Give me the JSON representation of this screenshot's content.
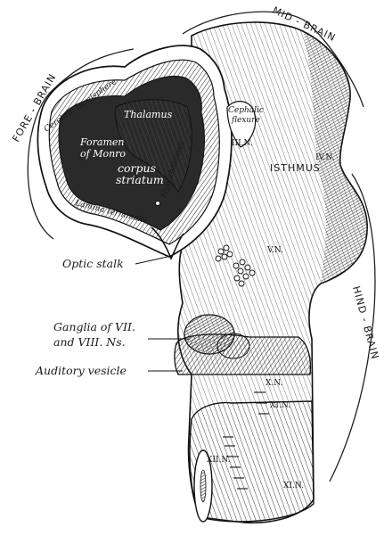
{
  "regions": {
    "forebrain": "FORE - BRAIN",
    "midbrain": "MID - BRAIN",
    "hindbrain": "HIND - BRAIN"
  },
  "labels": {
    "cerebral_hemisphere": "Cerebral hemisphere",
    "thalamus": "Thalamus",
    "foramen_line1": "Foramen",
    "foramen_line2": "of Monro",
    "corpus_line1": "corpus",
    "corpus_line2": "striatum",
    "hypothalamus": "Hypothalamus",
    "lamina_terminalis": "Lamina terminalis",
    "cephalic_line1": "Cephalic",
    "cephalic_line2": "flexure",
    "nerve_iii": "III.N.",
    "isthmus": "ISTHMUS",
    "nerve_iv": "IV.N.",
    "nerve_v": "V.N.",
    "optic_stalk": "Optic stalk",
    "ganglia_line1": "Ganglia of VII.",
    "ganglia_line2": "and VIII. Ns.",
    "auditory_vesicle": "Auditory vesicle",
    "nerve_x": "X.N.",
    "nerve_xi": "XI.N.",
    "nerve_xii": "XII.N.",
    "nerve_xi_lower": "XI.N."
  }
}
